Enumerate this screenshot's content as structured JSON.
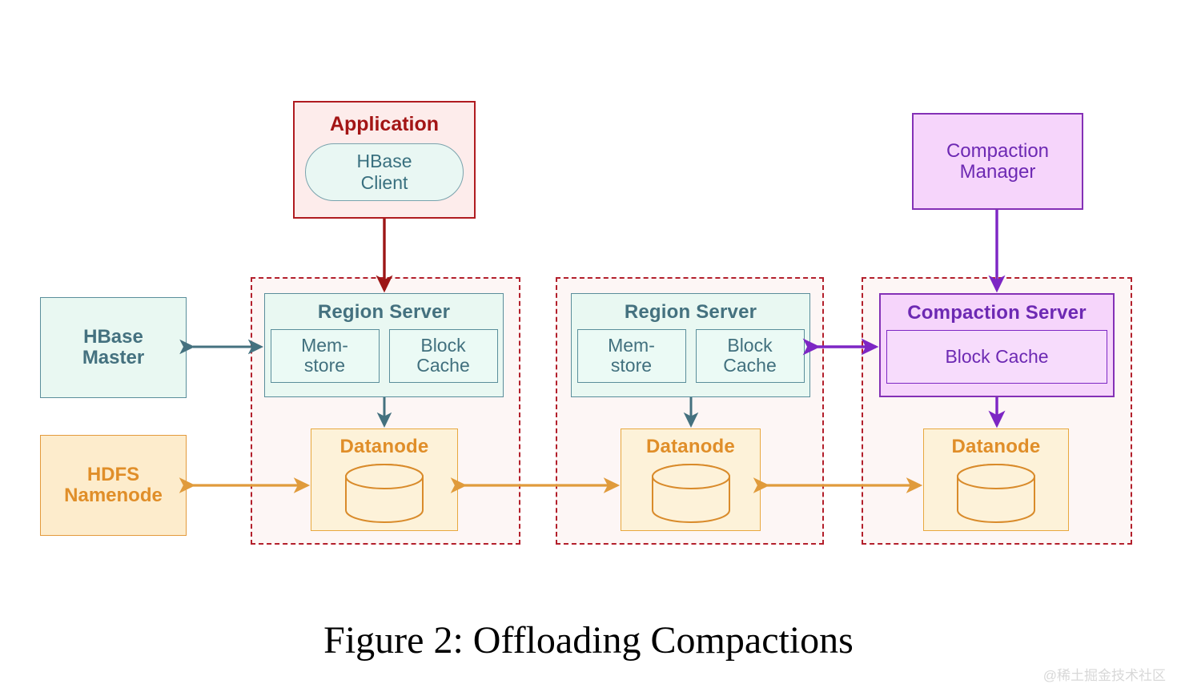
{
  "figure": {
    "caption": "Figure 2: Offloading Compactions",
    "watermark": "@稀土掘金技术社区"
  },
  "colors": {
    "red": "#a31515",
    "teal": "#41707e",
    "orange": "#e08e29",
    "purple": "#6d29b3",
    "cluster_border": "#b3202c"
  },
  "nodes": {
    "application": {
      "title": "Application",
      "client": "HBase\nClient",
      "client_line1": "HBase",
      "client_line2": "Client"
    },
    "compaction_manager": {
      "line1": "Compaction",
      "line2": "Manager"
    },
    "hbase_master": {
      "line1": "HBase",
      "line2": "Master"
    },
    "hdfs_namenode": {
      "line1": "HDFS",
      "line2": "Namenode"
    },
    "region_server_1": {
      "title": "Region Server",
      "memstore_line1": "Mem-",
      "memstore_line2": "store",
      "blockcache_line1": "Block",
      "blockcache_line2": "Cache"
    },
    "region_server_2": {
      "title": "Region Server",
      "memstore_line1": "Mem-",
      "memstore_line2": "store",
      "blockcache_line1": "Block",
      "blockcache_line2": "Cache"
    },
    "compaction_server": {
      "title": "Compaction Server",
      "blockcache": "Block Cache"
    },
    "datanode_1": {
      "title": "Datanode"
    },
    "datanode_2": {
      "title": "Datanode"
    },
    "datanode_3": {
      "title": "Datanode"
    }
  },
  "edges": [
    {
      "name": "client-to-region-server-1",
      "from": "HBase Client",
      "to": "Region Server 1",
      "direction": "one-way",
      "color": "#9c1616"
    },
    {
      "name": "compaction-manager-to-compaction-server",
      "from": "Compaction Manager",
      "to": "Compaction Server",
      "direction": "one-way",
      "color": "#7d26c4"
    },
    {
      "name": "hbase-master-to-region-server-1",
      "from": "HBase Master",
      "to": "Region Server 1",
      "direction": "two-way",
      "color": "#44717f"
    },
    {
      "name": "region-server-2-to-compaction-server",
      "from": "Region Server 2",
      "to": "Compaction Server",
      "direction": "two-way",
      "color": "#7d26c4"
    },
    {
      "name": "region-server-1-to-datanode-1",
      "from": "Region Server 1",
      "to": "Datanode 1",
      "direction": "one-way",
      "color": "#44717f"
    },
    {
      "name": "region-server-2-to-datanode-2",
      "from": "Region Server 2",
      "to": "Datanode 2",
      "direction": "one-way",
      "color": "#44717f"
    },
    {
      "name": "compaction-server-to-datanode-3",
      "from": "Compaction Server",
      "to": "Datanode 3",
      "direction": "one-way",
      "color": "#7d26c4"
    },
    {
      "name": "namenode-to-datanode-1",
      "from": "HDFS Namenode",
      "to": "Datanode 1",
      "direction": "two-way",
      "color": "#e09b3c"
    },
    {
      "name": "datanode-1-to-datanode-2",
      "from": "Datanode 1",
      "to": "Datanode 2",
      "direction": "two-way",
      "color": "#e09b3c"
    },
    {
      "name": "datanode-2-to-datanode-3",
      "from": "Datanode 2",
      "to": "Datanode 3",
      "direction": "two-way",
      "color": "#e09b3c"
    }
  ]
}
